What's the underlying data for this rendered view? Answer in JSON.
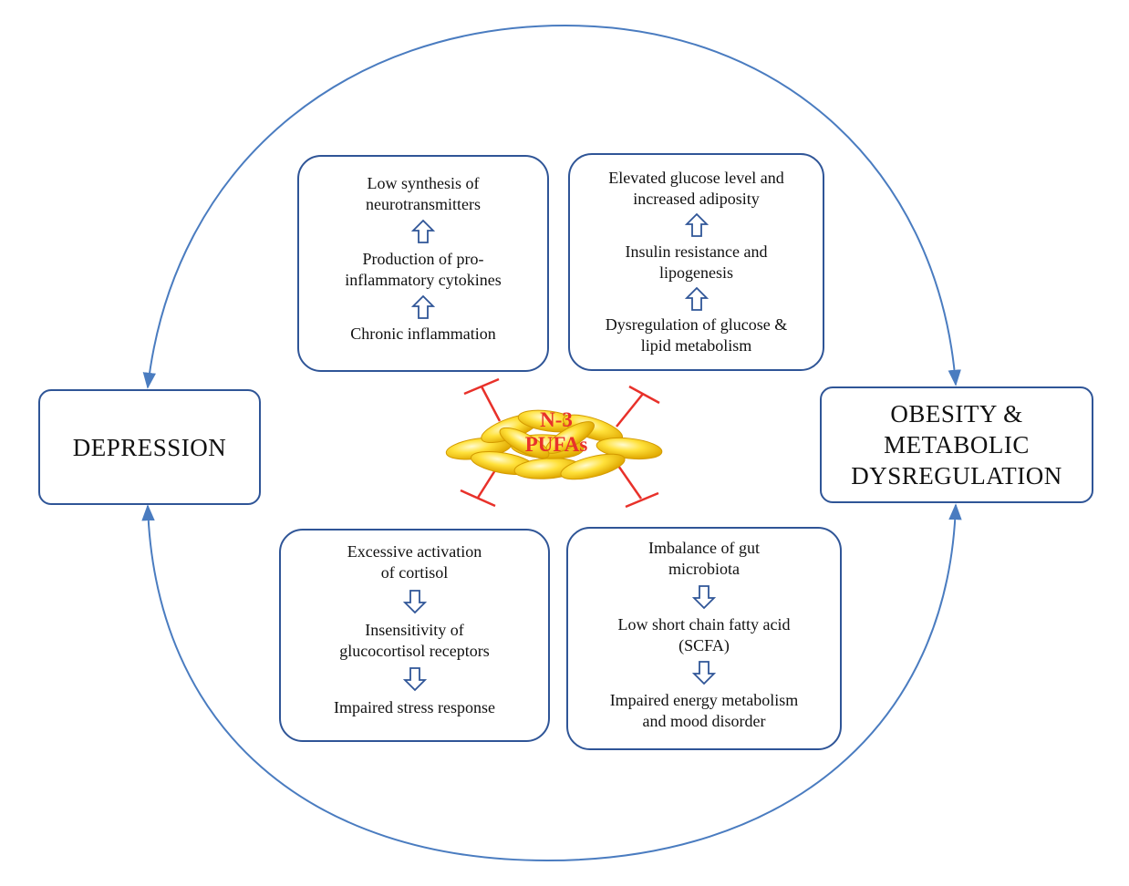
{
  "left_box": {
    "label": "DEPRESSION"
  },
  "right_box": {
    "lines": [
      "OBESITY &",
      "METABOLIC",
      "DYSREGULATION"
    ]
  },
  "center": {
    "lines": [
      "N-3",
      "PUFAs"
    ]
  },
  "top_left": {
    "steps": [
      [
        "Low synthesis of",
        "neurotransmitters"
      ],
      [
        "Production of pro-",
        "inflammatory cytokines"
      ],
      [
        "Chronic inflammation"
      ]
    ]
  },
  "top_right": {
    "steps": [
      [
        "Elevated glucose level and",
        "increased adiposity"
      ],
      [
        "Insulin resistance and",
        "lipogenesis"
      ],
      [
        "Dysregulation of glucose &",
        "lipid metabolism"
      ]
    ]
  },
  "bottom_left": {
    "steps": [
      [
        "Excessive activation",
        "of cortisol"
      ],
      [
        "Insensitivity of",
        "glucocortisol receptors"
      ],
      [
        "Impaired stress response"
      ]
    ]
  },
  "bottom_right": {
    "steps": [
      [
        "Imbalance of gut",
        "microbiota"
      ],
      [
        "Low short chain fatty acid",
        "(SCFA)"
      ],
      [
        "Impaired energy metabolism",
        "and mood disorder"
      ]
    ]
  },
  "colors": {
    "box_border": "#2f5597",
    "inhibit": "#e8312a",
    "capsule": "#f7c600",
    "accent_text": "#e8312a"
  },
  "icons": {
    "up": "hollow-up-arrow-icon",
    "down": "hollow-down-arrow-icon",
    "center": "fish-oil-capsules-icon"
  }
}
